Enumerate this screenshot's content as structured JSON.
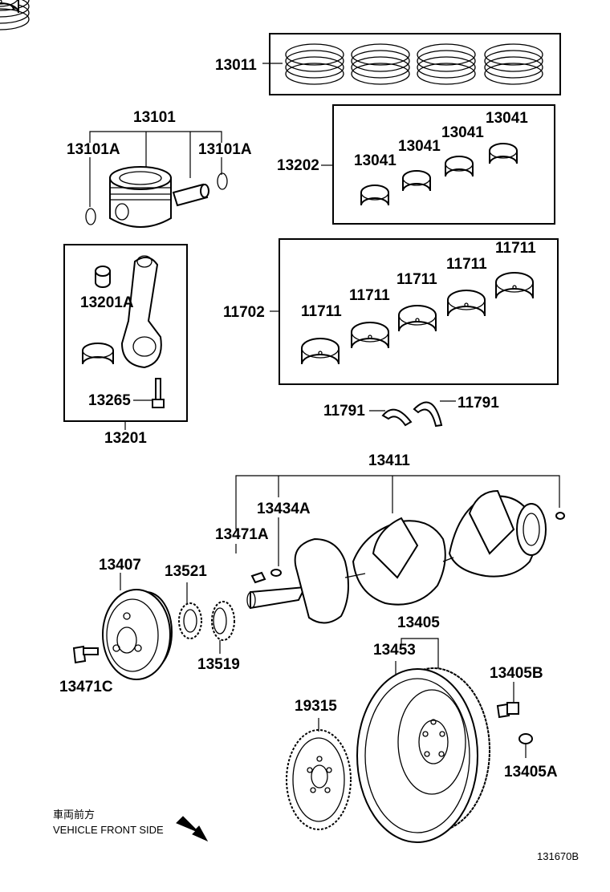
{
  "diagram": {
    "labels": {
      "p13011": "13011",
      "p13101": "13101",
      "p13101a_left": "13101A",
      "p13101a_right": "13101A",
      "p13202": "13202",
      "p13041_1": "13041",
      "p13041_2": "13041",
      "p13041_3": "13041",
      "p13041_4": "13041",
      "p13201a": "13201A",
      "p13265": "13265",
      "p13201": "13201",
      "p11702": "11702",
      "p11711_1": "11711",
      "p11711_2": "11711",
      "p11711_3": "11711",
      "p11711_4": "11711",
      "p11711_5": "11711",
      "p11791_left": "11791",
      "p11791_right": "11791",
      "p13411": "13411",
      "p13434a": "13434A",
      "p13471a": "13471A",
      "p13407": "13407",
      "p13521": "13521",
      "p13519": "13519",
      "p13471c": "13471C",
      "p13405": "13405",
      "p13453": "13453",
      "p13405b": "13405B",
      "p13405a": "13405A",
      "p19315": "19315"
    },
    "front_note_jp": "車両前方",
    "front_note_en": "VEHICLE FRONT SIDE",
    "figure_code": "131670B"
  }
}
